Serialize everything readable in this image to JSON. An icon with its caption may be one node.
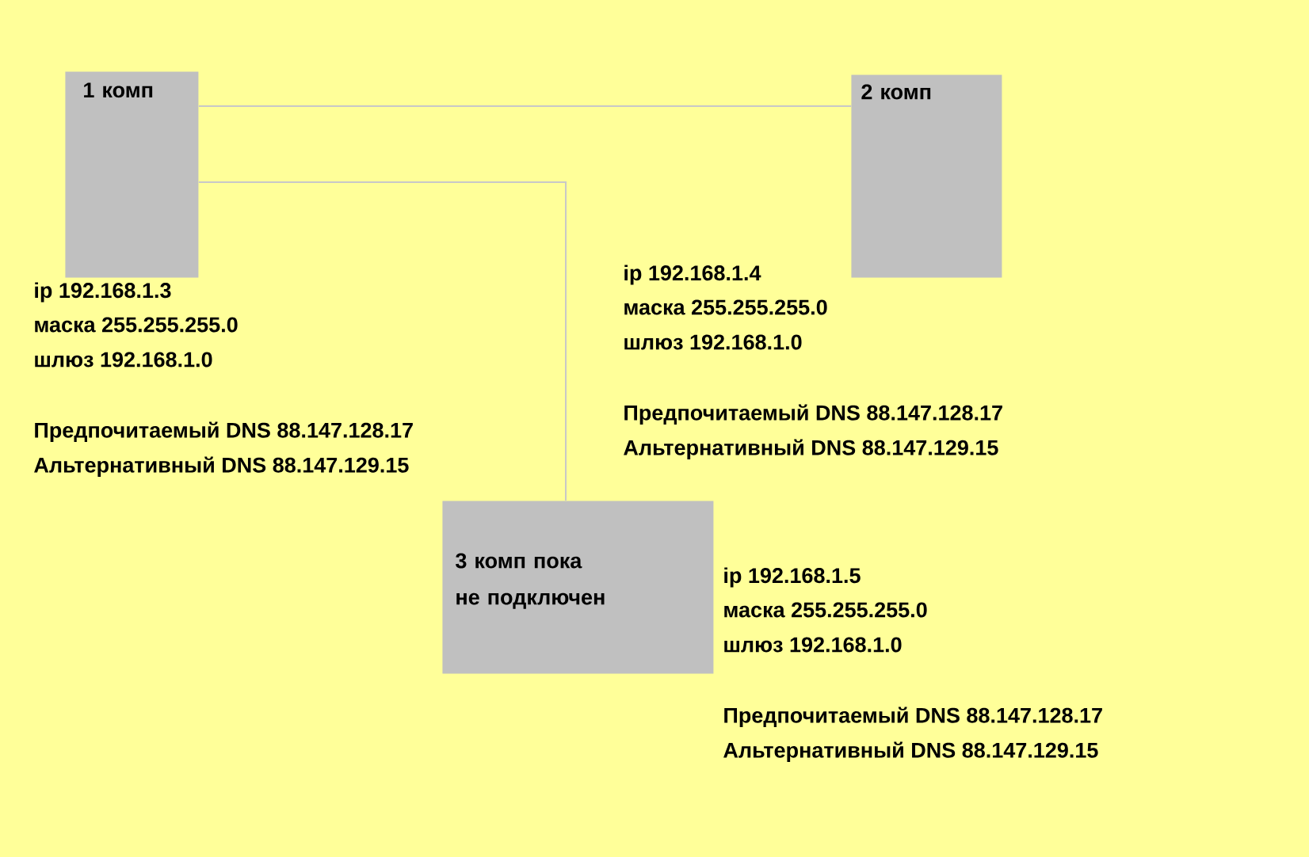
{
  "diagram": {
    "nodes": [
      {
        "text": [
          "1 комп"
        ],
        "beside": [
          "ip 192.168.1.3",
          "маска 255.255.255.0",
          "шлюз 192.168.1.0",
          "Предпочитаемый DNS 88.147.128.17",
          "Альтернативный DNS 88.147.129.15"
        ]
      },
      {
        "text": [
          "2 комп"
        ],
        "beside": [
          "ip 192.168.1.4",
          "маска 255.255.255.0",
          "шлюз 192.168.1.0",
          "Предпочитаемый DNS 88.147.128.17",
          "Альтернативный DNS 88.147.129.15"
        ]
      },
      {
        "text": [
          "3 комп пока не подключен"
        ],
        "beside": [
          "ip 192.168.1.5",
          "маска 255.255.255.0",
          "шлюз 192.168.1.0",
          "Предпочитаемый DNS 88.147.128.17",
          "Альтернативный DNS 88.147.129.15"
        ]
      }
    ],
    "edges": [
      {
        "from": 0,
        "to": 1,
        "arrow": "none"
      },
      {
        "from": 0,
        "to": 2,
        "arrow": "none"
      }
    ]
  }
}
